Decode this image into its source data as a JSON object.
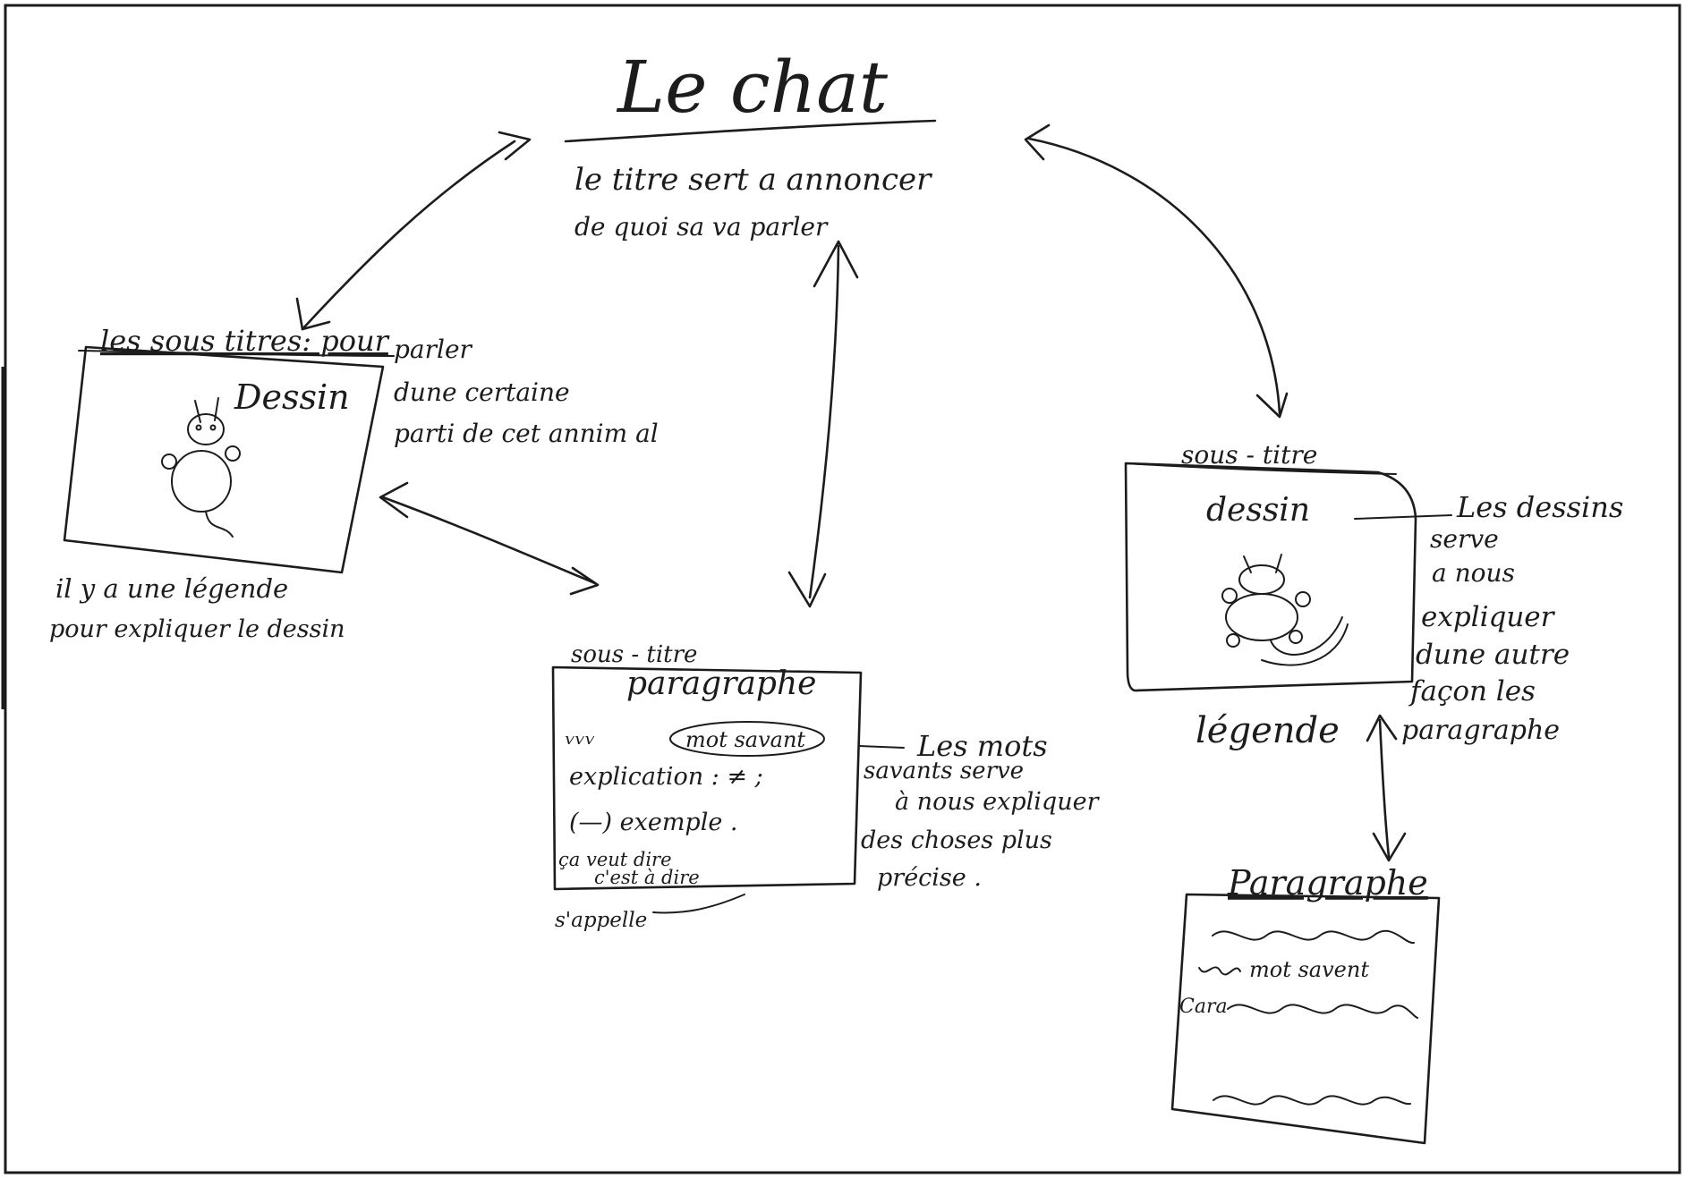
{
  "title": "Le chat",
  "title_note": [
    "le titre sert a annoncer",
    "de quoi sa va parler"
  ],
  "left_block": {
    "subtitle": "les sous titres: pour",
    "side_note": [
      "parler",
      "dune certaine",
      "parti de cet annim al"
    ],
    "box_label": "Dessin",
    "caption": [
      "il y a une légende",
      "pour expliquer le dessin"
    ]
  },
  "center_block": {
    "subtitle": "sous - titre",
    "box_heading": "paragraphe",
    "line_1_lead": "ᵥᵥᵥ",
    "circled_word": "mot savant",
    "line_2": "explication : ≠ ;",
    "line_3": "(—) exemple .",
    "line_4": [
      "ça veut dire",
      "c'est à dire"
    ],
    "below_label": "s'appelle",
    "side_note": [
      "Les mots",
      "savants serve",
      "à nous expliquer",
      "des choses plus",
      "précise ."
    ]
  },
  "right_block": {
    "subtitle": "sous - titre",
    "box_label": "dessin",
    "side_note": [
      "Les dessins",
      "serve",
      "a nous",
      "expliquer",
      "dune autre",
      "façon les",
      "paragraphe"
    ],
    "caption": "légende"
  },
  "bottom_block": {
    "heading": "Paragraphe",
    "line_text": "mot savent",
    "side_word": "Cara"
  }
}
